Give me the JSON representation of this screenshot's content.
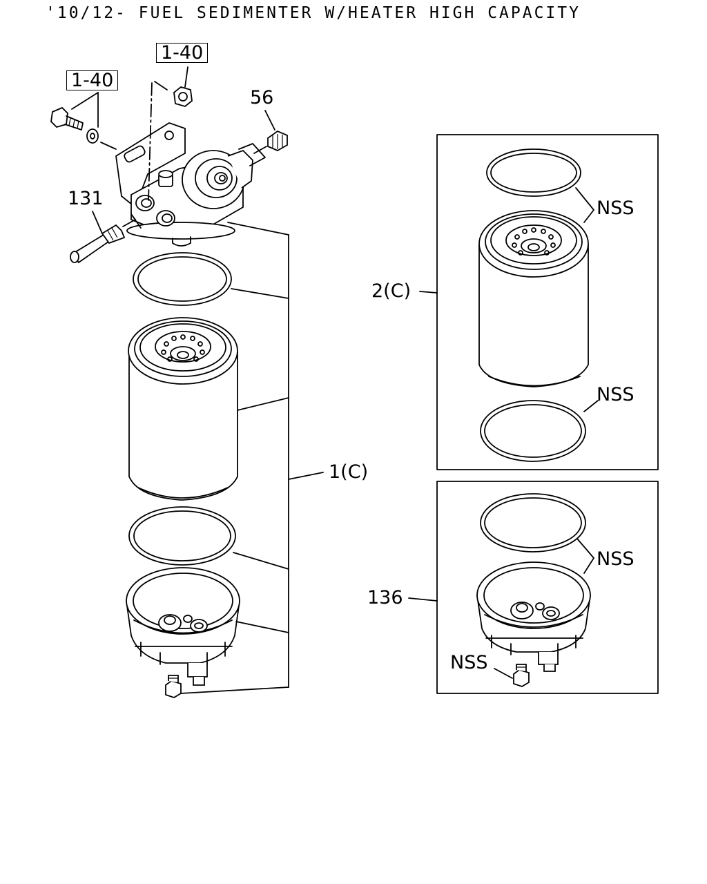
{
  "diagram": {
    "title": "'10/12- FUEL SEDIMENTER W/HEATER HIGH CAPACITY",
    "callouts": {
      "ref_bolt": "1-40",
      "ref_nut": "1-40",
      "part_56": "56",
      "part_131": "131",
      "assembly_1": "1(C)",
      "assembly_2": "2(C)",
      "part_136": "136",
      "nss_kit2_upper": "NSS",
      "nss_kit2_lower": "NSS",
      "nss_kit3_gasket": "NSS",
      "nss_kit3_plug": "NSS"
    }
  }
}
